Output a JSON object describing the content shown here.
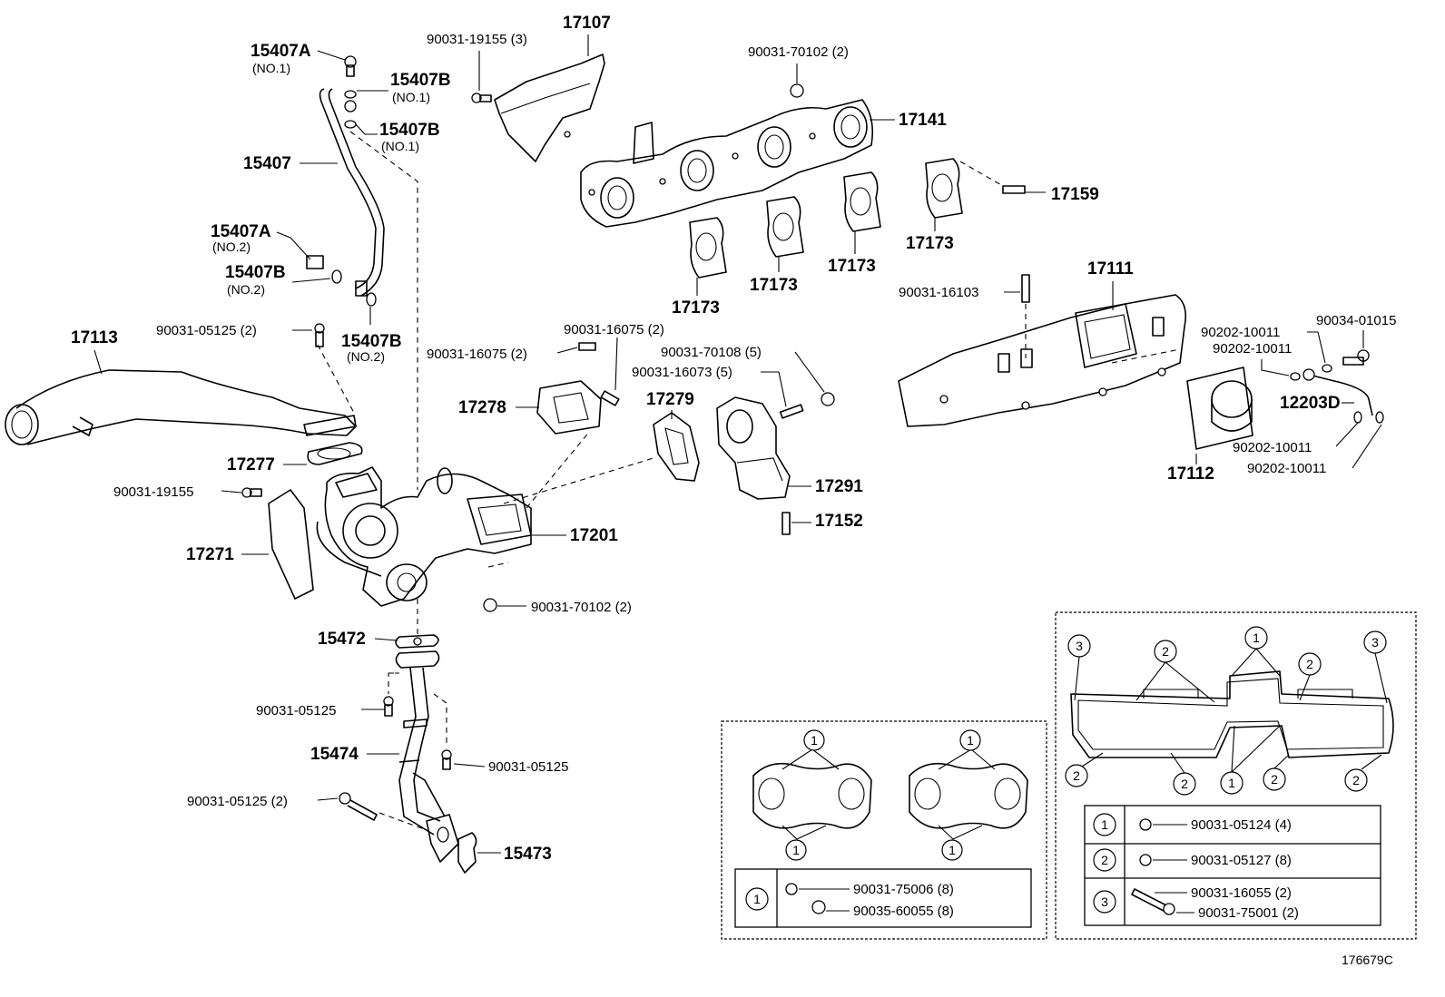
{
  "diagram_id": "176679C",
  "labels": {
    "p15407A_1": "15407A",
    "p15407A_1_note": "(NO.1)",
    "p15407B_1a": "15407B",
    "p15407B_1a_note": "(NO.1)",
    "p15407B_1b": "15407B",
    "p15407B_1b_note": "(NO.1)",
    "p15407": "15407",
    "p15407A_2": "15407A",
    "p15407A_2_note": "(NO.2)",
    "p15407B_2a": "15407B",
    "p15407B_2a_note": "(NO.2)",
    "p15407B_2b": "15407B",
    "p15407B_2b_note": "(NO.2)",
    "p17113": "17113",
    "p90031_05125_2a": "90031-05125 (2)",
    "p17277": "17277",
    "p90031_19155": "90031-19155",
    "p17271": "17271",
    "p15472": "15472",
    "p90031_05125_a": "90031-05125",
    "p15474": "15474",
    "p90031_05125_b": "90031-05125",
    "p90031_05125_2b": "90031-05125 (2)",
    "p15473": "15473",
    "p90031_19155_3": "90031-19155 (3)",
    "p17107": "17107",
    "p90031_70102_2a": "90031-70102 (2)",
    "p17141": "17141",
    "p17159": "17159",
    "p17173_a": "17173",
    "p17173_b": "17173",
    "p17173_c": "17173",
    "p17173_d": "17173",
    "p90031_16075_2a": "90031-16075 (2)",
    "p90031_16075_2b": "90031-16075 (2)",
    "p17278": "17278",
    "p17279": "17279",
    "p90031_70108_5": "90031-70108 (5)",
    "p90031_16073_5": "90031-16073 (5)",
    "p17291": "17291",
    "p17152": "17152",
    "p17201": "17201",
    "p90031_70102_2b": "90031-70102 (2)",
    "p90031_16103": "90031-16103",
    "p17111": "17111",
    "p90202_10011_a": "90202-10011",
    "p90202_10011_b": "90202-10011",
    "p90034_01015": "90034-01015",
    "p12203D": "12203D",
    "p17112": "17112",
    "p90202_10011_c": "90202-10011",
    "p90202_10011_d": "90202-10011"
  },
  "exhaust_gasket_inset": {
    "markers": [
      "1",
      "1",
      "1",
      "1"
    ],
    "legend_key": "1",
    "legend_parts": [
      "90031-75006 (8)",
      "90035-60055 (8)"
    ]
  },
  "intake_gasket_inset": {
    "markers": [
      "3",
      "2",
      "1",
      "2",
      "3",
      "2",
      "2",
      "1",
      "2",
      "2"
    ],
    "legend": [
      {
        "key": "1",
        "parts": [
          "90031-05124 (4)"
        ]
      },
      {
        "key": "2",
        "parts": [
          "90031-05127 (8)"
        ]
      },
      {
        "key": "3",
        "parts": [
          "90031-16055 (2)",
          "90031-75001 (2)"
        ]
      }
    ]
  }
}
